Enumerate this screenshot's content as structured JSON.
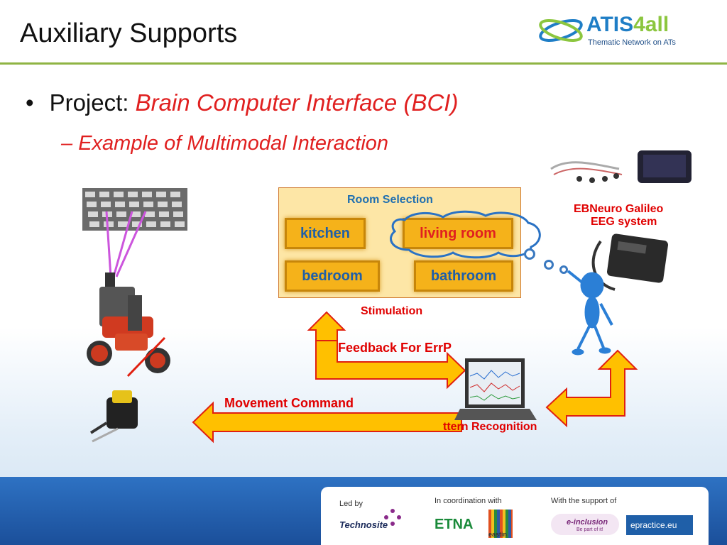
{
  "title": "Auxiliary Supports",
  "logo": {
    "name_prefix": "ATIS",
    "name_suffix": "4all",
    "subtitle": "Thematic Network on ATs"
  },
  "bullet": {
    "dot": "•",
    "prefix": "Project:",
    "highlight": "Brain Computer Interface (BCI)"
  },
  "sub_bullet": {
    "dash": "–",
    "text": "Example of Multimodal Interaction"
  },
  "room_selection": {
    "title": "Room Selection",
    "rooms": [
      "kitchen",
      "living room",
      "bedroom",
      "bathroom"
    ]
  },
  "labels": {
    "stimulation": "Stimulation",
    "feedback": "Feedback For ErrP",
    "movement": "Movement  Command",
    "pattern": "ttern Recognition",
    "eeg_line1": "EBNeuro Galileo",
    "eeg_line2": "EEG system"
  },
  "footer": {
    "led_by": "Led by",
    "technosite": "Technosite",
    "coordination": "In coordination with",
    "etna": "ETNA",
    "eastin": "eastin",
    "support": "With the support of",
    "einclusion": "e-inclusion",
    "einclusion_tag": "Be part of it!",
    "epractice": "epractice.eu"
  },
  "colors": {
    "accent_red": "#e02020",
    "arrow_fill": "#ffc000",
    "arrow_stroke": "#e02010",
    "room_bg": "#fde6a6",
    "footer_blue": "#1f5fa8"
  }
}
